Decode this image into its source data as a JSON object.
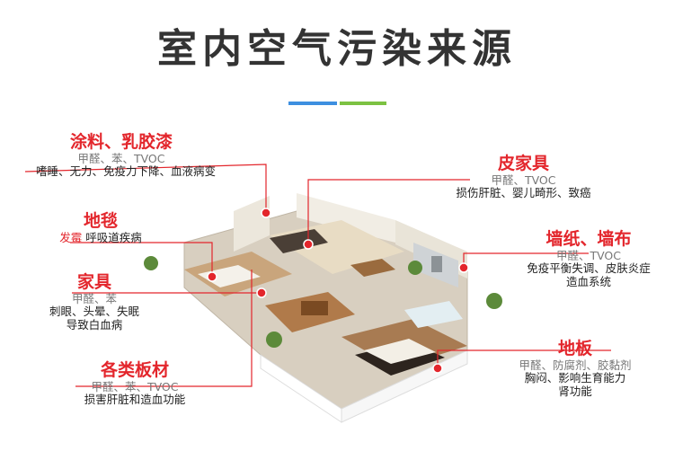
{
  "title": "室内空气污染来源",
  "colors": {
    "accent_red": "#e3262c",
    "bar_blue": "#3d8fe0",
    "bar_green": "#7cc242"
  },
  "sources": {
    "paint": {
      "title": "涂料、乳胶漆",
      "pollutants": "甲醛、苯、TVOC",
      "effects": "嗜睡、无力、免疫力下降、血液病变"
    },
    "carpet": {
      "title": "地毯",
      "pollutants": "发霉",
      "effects": "呼吸道疾病"
    },
    "furniture": {
      "title": "家具",
      "pollutants": "甲醛、苯",
      "effects_line1": "刺眼、头晕、失眠",
      "effects_line2": "导致白血病"
    },
    "boards": {
      "title": "各类板材",
      "pollutants": "甲醛、苯、TVOC",
      "effects": "损害肝脏和造血功能"
    },
    "leather": {
      "title": "皮家具",
      "pollutants": "甲醛、TVOC",
      "effects": "损伤肝脏、婴儿畸形、致癌"
    },
    "wallpaper": {
      "title": "墙纸、墙布",
      "pollutants": "甲醛、TVOC",
      "effects_line1": "免疫平衡失调、皮肤炎症",
      "effects_line2": "造血系统"
    },
    "floor": {
      "title": "地板",
      "pollutants": "甲醛、防腐剂、胶黏剂",
      "effects_line1": "胸闷、影响生育能力",
      "effects_line2": "肾功能"
    }
  }
}
